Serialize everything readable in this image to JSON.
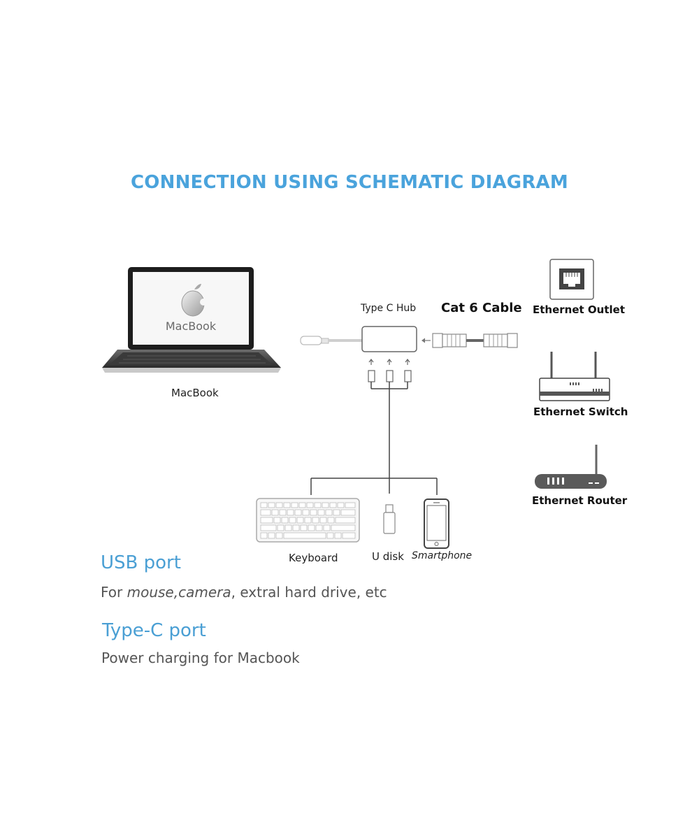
{
  "title": "CONNECTION USING SCHEMATIC DIAGRAM",
  "laptop": {
    "screen_text": "MacBook",
    "label": "MacBook"
  },
  "hub": {
    "label": "Type C Hub"
  },
  "cable": {
    "label": "Cat 6 Cable"
  },
  "network_devices": [
    {
      "label": "Ethernet Outlet"
    },
    {
      "label": "Ethernet Switch"
    },
    {
      "label": "Ethernet Router"
    }
  ],
  "usb_devices": [
    {
      "label": "Keyboard"
    },
    {
      "label": "U disk"
    },
    {
      "label": "Smartphone"
    }
  ],
  "usb_section": {
    "heading": "USB port",
    "desc_prefix": "For ",
    "desc_italic": "mouse,camera",
    "desc_suffix": ", extral hard drive, etc"
  },
  "typec_section": {
    "heading": "Type-C port",
    "desc": "Power charging for Macbook"
  },
  "colors": {
    "title": "#4aa3dc",
    "section_heading": "#4a9fd4"
  }
}
